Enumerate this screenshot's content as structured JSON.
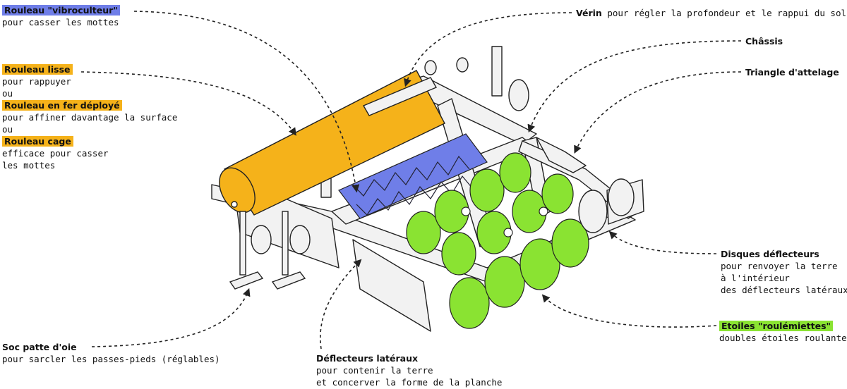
{
  "colors": {
    "vibro": "#6f7ee8",
    "yellow": "#f5b21a",
    "green": "#8ae332",
    "frame": "#f2f2f2",
    "stroke": "#222222"
  },
  "labels": {
    "vibro": {
      "title": "Rouleau \"vibroculteur\"",
      "desc": "pour casser les mottes"
    },
    "rouleaux": {
      "lisse_title": "Rouleau lisse",
      "lisse_desc": "pour rappuyer",
      "ou1": "ou",
      "fer_title": "Rouleau en fer déployé",
      "fer_desc": "pour affiner davantage la surface",
      "ou2": "ou",
      "cage_title": "Rouleau cage",
      "cage_desc1": "efficace pour casser",
      "cage_desc2": "les mottes"
    },
    "verin": {
      "title": "Vérin",
      "desc": " pour régler la profondeur et le rappui du sol."
    },
    "chassis": {
      "title": "Châssis"
    },
    "triangle": {
      "title": "Triangle d'attelage"
    },
    "disques": {
      "title": "Disques déflecteurs",
      "desc1": "pour renvoyer la terre",
      "desc2": "à l'intérieur",
      "desc3": "des déflecteurs latéraux"
    },
    "etoiles": {
      "title": "Etoiles \"roulémiettes\"",
      "desc": "doubles étoiles roulantes"
    },
    "soc": {
      "title": "Soc patte d'oie",
      "desc": "pour sarcler les passes-pieds (réglables)"
    },
    "deflecteurs": {
      "title": "Déflecteurs latéraux",
      "desc1": "pour contenir la terre",
      "desc2": "et concerver la forme de la planche"
    }
  }
}
